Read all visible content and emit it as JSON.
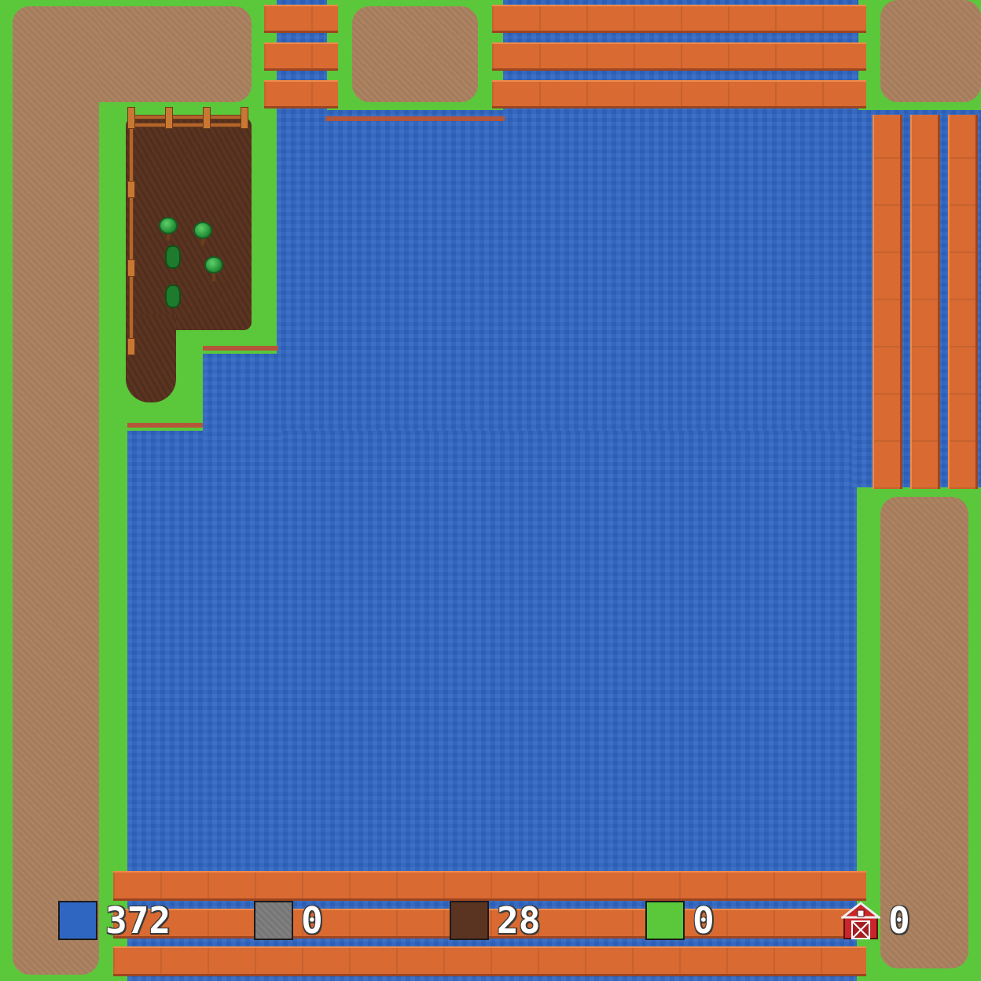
{
  "hud": {
    "counters": [
      {
        "name": "water",
        "color": "#2f66c2",
        "count": "372"
      },
      {
        "name": "stone",
        "color": "#808080",
        "count": "0"
      },
      {
        "name": "soil",
        "color": "#5b3421",
        "count": "28"
      },
      {
        "name": "grass",
        "color": "#5ac83a",
        "count": "0"
      },
      {
        "name": "barn",
        "icon": "barn-icon",
        "count": "0"
      }
    ]
  },
  "palette": {
    "grass": "#5ac83a",
    "water": "#2f66c2",
    "path": "#a9805e",
    "planks": "#d86a32",
    "soil": "#5b3421"
  }
}
